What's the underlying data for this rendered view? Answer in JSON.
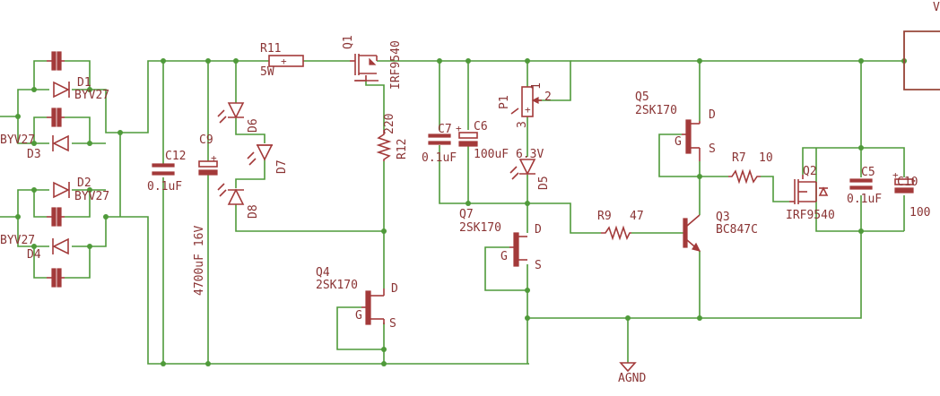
{
  "components": {
    "d1": {
      "ref": "D1",
      "value": "BYV27"
    },
    "d2": {
      "ref": "D2",
      "value": "BYV27"
    },
    "d3": {
      "ref": "D3",
      "value": "BYV27"
    },
    "d4": {
      "ref": "D4",
      "value": "BYV27"
    },
    "c12": {
      "ref": "C12",
      "value": "0.1uF"
    },
    "c9": {
      "ref": "C9",
      "value": "4700uF 16V"
    },
    "r11": {
      "ref": "R11",
      "value": "5W"
    },
    "q1": {
      "ref": "Q1",
      "value": "IRF9540"
    },
    "d6": {
      "ref": "D6"
    },
    "d7": {
      "ref": "D7"
    },
    "d8": {
      "ref": "D8"
    },
    "r12": {
      "ref": "R12",
      "value": "220"
    },
    "q4": {
      "ref": "Q4",
      "value": "2SK170",
      "pin_g": "G",
      "pin_d": "D",
      "pin_s": "S"
    },
    "c7": {
      "ref": "C7",
      "value": "0.1uF"
    },
    "c6": {
      "ref": "C6",
      "value": "100uF 6.3V"
    },
    "p1": {
      "ref": "P1",
      "pin1": "1",
      "pin2": "2",
      "pin3": "3"
    },
    "d5": {
      "ref": "D5"
    },
    "q7": {
      "ref": "Q7",
      "value": "2SK170",
      "pin_g": "G",
      "pin_d": "D",
      "pin_s": "S"
    },
    "q5": {
      "ref": "Q5",
      "value": "2SK170",
      "pin_g": "G",
      "pin_d": "D",
      "pin_s": "S"
    },
    "r7": {
      "ref": "R7",
      "value": "10"
    },
    "r9": {
      "ref": "R9",
      "value": "47"
    },
    "q3": {
      "ref": "Q3",
      "value": "BC847C"
    },
    "q2": {
      "ref": "Q2",
      "value": "IRF9540"
    },
    "c5": {
      "ref": "C5",
      "value": "0.1uF"
    },
    "c10": {
      "ref": "C10",
      "value": "100"
    },
    "agnd": {
      "label": "AGND"
    },
    "corner_v": {
      "label": "V"
    }
  },
  "colors": {
    "wire": "#4f9a3a",
    "component": "#a33a3a",
    "text": "#8a3434"
  }
}
